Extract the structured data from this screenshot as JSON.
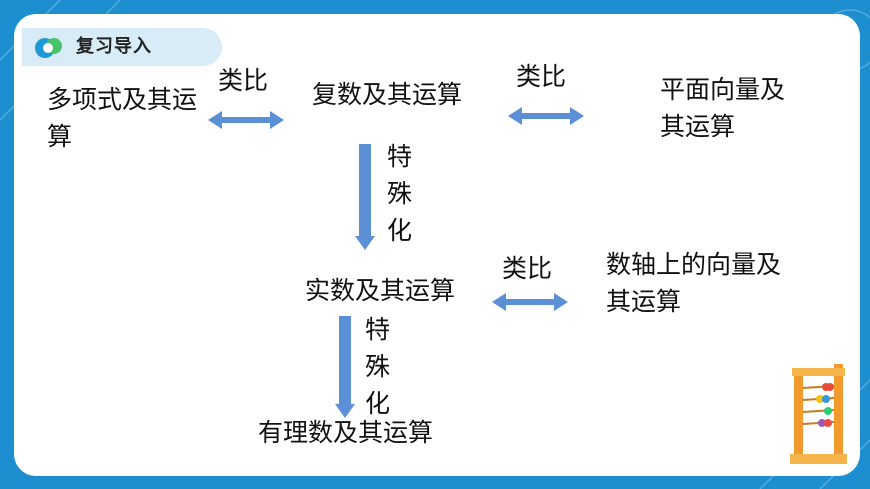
{
  "header": {
    "title": "复习导入",
    "icon": "logo-icon"
  },
  "colors": {
    "background": "#1d8fd1",
    "arrow": "#5b8fd6",
    "header_pill": "#d8ecf8"
  },
  "nodes": {
    "polynomial": "多项式及其运算",
    "complex": "复数及其运算",
    "plane_vector": "平面向量及其运算",
    "real": "实数及其运算",
    "axis_vector": "数轴上的向量及其运算",
    "rational": "有理数及其运算"
  },
  "edges": {
    "analogy_1": "类比",
    "analogy_2": "类比",
    "analogy_3": "类比",
    "specialize_1": "特殊化",
    "specialize_2": "特殊化"
  },
  "decoration": {
    "icon": "abacus-icon"
  }
}
